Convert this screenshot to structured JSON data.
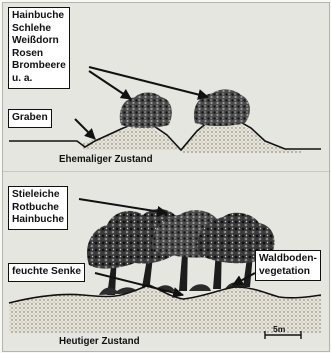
{
  "figure": {
    "top_panel": {
      "species_lines": [
        "Hainbuche",
        "Schlehe",
        "Weißdorn",
        "Rosen",
        "Brombeere",
        "u. a."
      ],
      "ditch_label": "Graben",
      "caption": "Ehemaliger Zustand"
    },
    "bottom_panel": {
      "tree_lines": [
        "Stieleiche",
        "Rotbuche",
        "Hainbuche"
      ],
      "depression_label": "feuchte Senke",
      "floor_lines": [
        "Waldboden-",
        "vegetation"
      ],
      "caption": "Heutiger Zustand",
      "scale_label": "5m"
    }
  }
}
